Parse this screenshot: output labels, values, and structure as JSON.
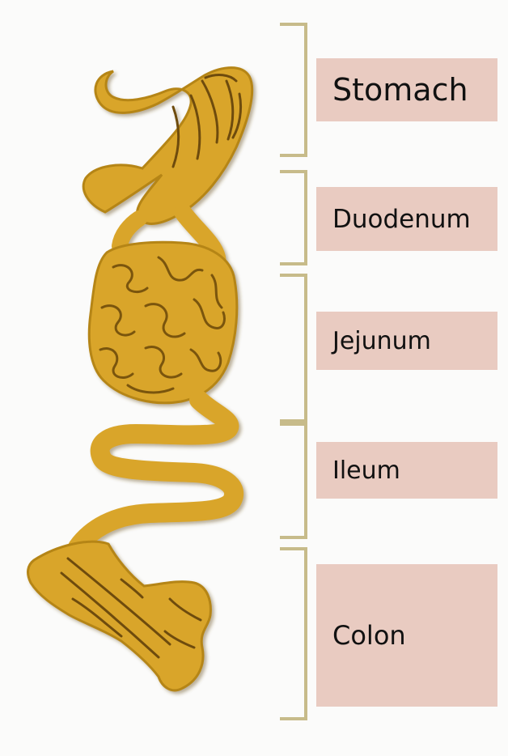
{
  "labels": [
    {
      "id": "stomach",
      "text": "Stomach"
    },
    {
      "id": "duodenum",
      "text": "Duodenum"
    },
    {
      "id": "jejunum",
      "text": "Jejunum"
    },
    {
      "id": "ileum",
      "text": "Ileum"
    },
    {
      "id": "colon",
      "text": "Colon"
    }
  ],
  "colors": {
    "organ_fill": "#d9a52a",
    "organ_shadow": "#a8781a",
    "organ_line": "#6e4c10",
    "bracket": "#c7bb8a",
    "label_bg": "#e9cbc1"
  }
}
